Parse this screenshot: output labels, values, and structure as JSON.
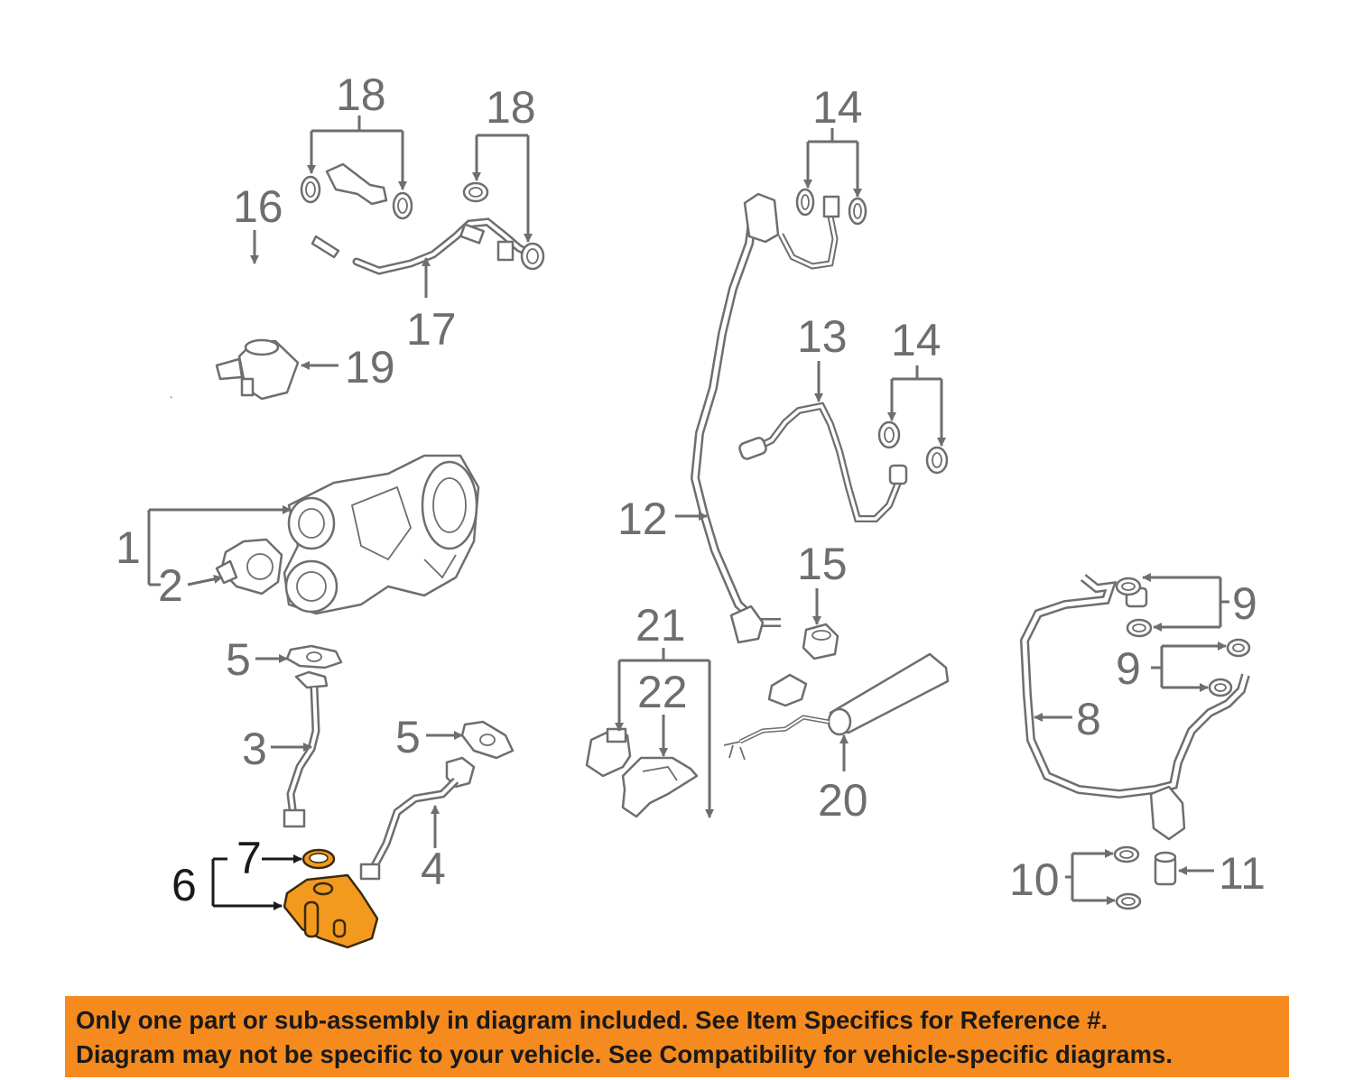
{
  "diagram": {
    "callouts": {
      "c1": "1",
      "c2": "2",
      "c3": "3",
      "c4": "4",
      "c5a": "5",
      "c5b": "5",
      "c6": "6",
      "c7": "7",
      "c8": "8",
      "c9a": "9",
      "c9b": "9",
      "c10": "10",
      "c11": "11",
      "c12": "12",
      "c13": "13",
      "c14a": "14",
      "c14b": "14",
      "c15": "15",
      "c16": "16",
      "c17": "17",
      "c18a": "18",
      "c18b": "18",
      "c19": "19",
      "c20": "20",
      "c21": "21",
      "c22": "22"
    },
    "highlighted_parts": [
      "6",
      "7"
    ],
    "highlight_color": "#f39a1e"
  },
  "notice": {
    "line1": "Only one part or sub-assembly in diagram included. See Item Specifics for Reference #.",
    "line2": "Diagram may not be specific to your vehicle. See Compatibility for vehicle-specific diagrams.",
    "background": "#f58a1f"
  }
}
